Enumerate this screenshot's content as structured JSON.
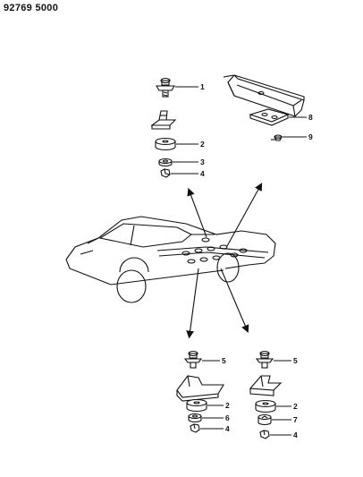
{
  "header": {
    "code": "92769 5000"
  },
  "callouts": {
    "c1": "1",
    "c2a": "2",
    "c3": "3",
    "c4a": "4",
    "c8": "8",
    "c9": "9",
    "c5a": "5",
    "c2b": "2",
    "c6": "6",
    "c4b": "4",
    "c5b": "5",
    "c2c": "2",
    "c7": "7",
    "c4c": "4"
  },
  "colors": {
    "ink": "#111111",
    "paper": "#ffffff"
  }
}
